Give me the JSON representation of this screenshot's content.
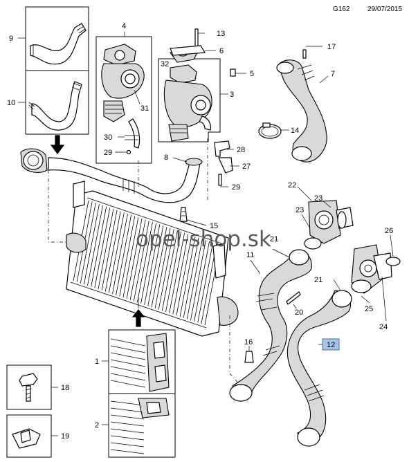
{
  "header": {
    "code": "G162",
    "date": "29/07/2015"
  },
  "watermark": "opel-shop.sk",
  "callouts": [
    {
      "id": "c9",
      "text": "9"
    },
    {
      "id": "c10",
      "text": "10"
    },
    {
      "id": "c4",
      "text": "4"
    },
    {
      "id": "c13",
      "text": "13"
    },
    {
      "id": "c6",
      "text": "6"
    },
    {
      "id": "c17",
      "text": "17"
    },
    {
      "id": "c32",
      "text": "32"
    },
    {
      "id": "c5",
      "text": "5"
    },
    {
      "id": "c7",
      "text": "7"
    },
    {
      "id": "c3",
      "text": "3"
    },
    {
      "id": "c31",
      "text": "31"
    },
    {
      "id": "c30",
      "text": "30"
    },
    {
      "id": "c14",
      "text": "14"
    },
    {
      "id": "c29a",
      "text": "29"
    },
    {
      "id": "c28",
      "text": "28"
    },
    {
      "id": "c8",
      "text": "8"
    },
    {
      "id": "c27",
      "text": "27"
    },
    {
      "id": "c29b",
      "text": "29"
    },
    {
      "id": "c22",
      "text": "22"
    },
    {
      "id": "c23a",
      "text": "23"
    },
    {
      "id": "c23b",
      "text": "23"
    },
    {
      "id": "c15",
      "text": "15"
    },
    {
      "id": "c26",
      "text": "26"
    },
    {
      "id": "c21a",
      "text": "21"
    },
    {
      "id": "c11",
      "text": "11"
    },
    {
      "id": "c21b",
      "text": "21"
    },
    {
      "id": "c25",
      "text": "25"
    },
    {
      "id": "c20",
      "text": "20"
    },
    {
      "id": "c24",
      "text": "24"
    },
    {
      "id": "c16",
      "text": "16"
    },
    {
      "id": "c12",
      "text": "12"
    },
    {
      "id": "c1",
      "text": "1"
    },
    {
      "id": "c18",
      "text": "18"
    },
    {
      "id": "c2",
      "text": "2"
    },
    {
      "id": "c19",
      "text": "19"
    }
  ]
}
